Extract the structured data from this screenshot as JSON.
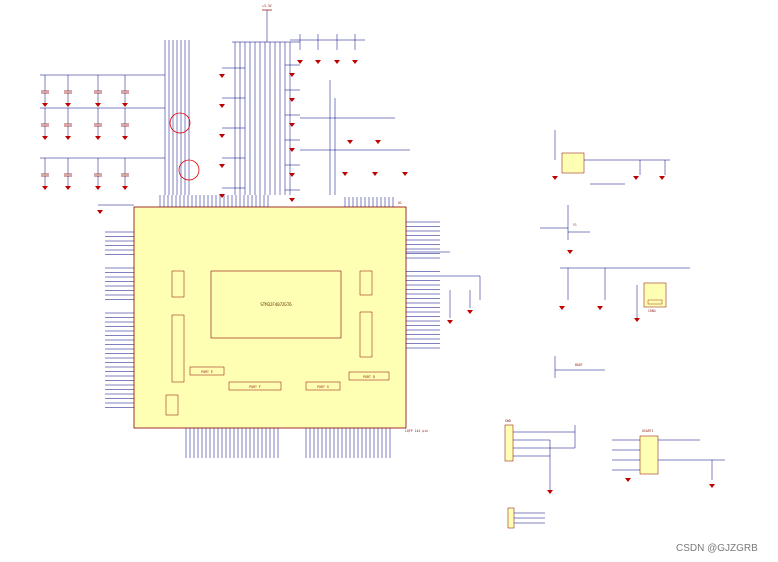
{
  "schematic": {
    "main_chip_ref": "U1",
    "main_chip_part": "LQFP 144 pin",
    "main_chip_center_label": "STM32F407ZGT6",
    "inner_blocks": [
      "PORT E",
      "PORT F",
      "PORT G",
      "PORT D"
    ],
    "watermark": "CSDN @GJZGRB",
    "power_net": "+3.3V",
    "oscillator_ref": "Y1",
    "connectors": [
      "SWD",
      "BOOT",
      "CON4",
      "USART1"
    ],
    "colors": {
      "chip_fill": "#ffffb4",
      "chip_border": "#8b0000",
      "wire": "#000080",
      "ground": "#c00000",
      "highlight_circle": "#e00000"
    }
  }
}
